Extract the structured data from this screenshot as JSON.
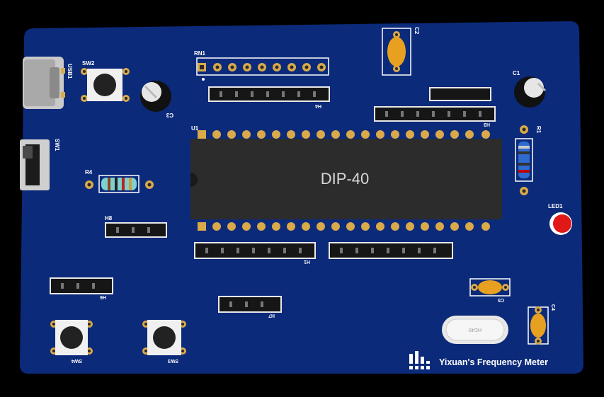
{
  "board": {
    "title": "Yixuan's Frequency Meter",
    "colors": {
      "pcb": "#0b2a7a",
      "pad": "#d9a94a",
      "silk": "#ffffff",
      "chip": "#2c2c2c",
      "led": "#e01818",
      "cap_ceramic": "#e8a020"
    }
  },
  "chip": {
    "ref": "U1",
    "label": "DIP-40"
  },
  "labels": {
    "usb": "USB1",
    "sw1": "SW1",
    "sw2": "SW2",
    "sw3": "SW3",
    "sw4": "SW4",
    "rn1": "RN1",
    "c1": "C1",
    "c2": "C2",
    "c3": "C3",
    "c4": "C4",
    "c5": "C5",
    "r1": "R1",
    "r4": "R4",
    "led1": "LED1",
    "h1": "H1",
    "h3": "H3",
    "h4": "H4",
    "h6": "H6",
    "h7": "H7",
    "h8": "H8"
  },
  "crystal": {
    "marking": "HC49"
  }
}
